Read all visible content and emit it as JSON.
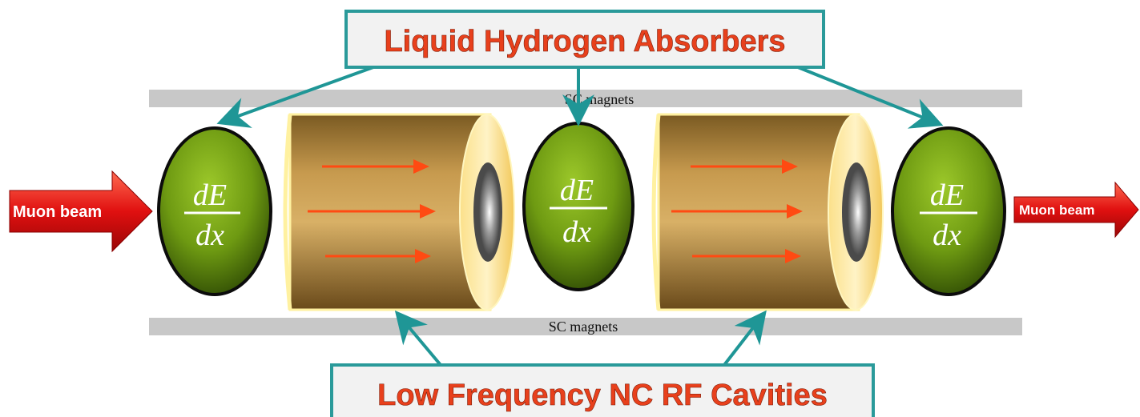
{
  "callouts": {
    "absorbers": "Liquid Hydrogen Absorbers",
    "cavities": "Low Frequency NC RF Cavities"
  },
  "magnets": {
    "top_label": "SC magnets",
    "bottom_label": "SC magnets"
  },
  "absorber_label": {
    "numerator": "dE",
    "denominator": "dx"
  },
  "beam": {
    "in_label": "Muon beam",
    "out_label": "Muon beam"
  },
  "colors": {
    "callout_text": "#e8401c",
    "callout_border": "#2a9a9a",
    "callout_fill": "#f2f2f2",
    "pointer_arrow": "#1f9696",
    "magnet_bar": "#c8c8c8",
    "absorber_fill": "#6e9a12",
    "cavity_body": "#b98a3e",
    "cavity_rim": "#fde9a6",
    "rf_arrow": "#ff4a12",
    "beam_arrow": "#e01010"
  }
}
